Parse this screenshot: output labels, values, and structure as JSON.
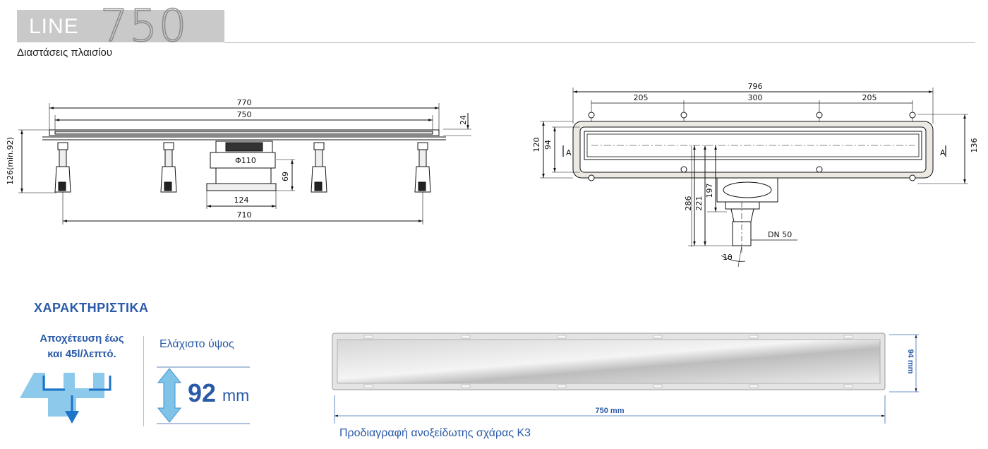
{
  "header": {
    "series": "LINE",
    "model": "750",
    "subtitle": "Διαστάσεις πλαισίου"
  },
  "side_view": {
    "dims": {
      "overall": "770",
      "frame": "750",
      "top_height": "24",
      "left_height": "126(min.92)",
      "pipe": "Φ110",
      "outlet_height": "69",
      "outlet_width": "124",
      "feet_span": "710"
    }
  },
  "top_view": {
    "dims": {
      "overall": "796",
      "seg_left": "205",
      "seg_mid": "300",
      "seg_right": "205",
      "outer_height": "120",
      "inner_height": "94",
      "right_height": "136",
      "h286": "286",
      "h221": "221",
      "h197": "197",
      "dn": "DN 50",
      "angle": "1θ",
      "section_left": "A",
      "section_right": "A"
    }
  },
  "features": {
    "title": "ΧΑΡΑΚΤΗΡΙΣΤΙΚΑ",
    "drainage_line1": "Αποχέτευση έως",
    "drainage_line2": "και 45l/λεπτό.",
    "min_height_label": "Ελάχιστο ύψος",
    "min_height_value": "92",
    "min_height_unit": "mm",
    "drainage_icon": "drain-flow-icon",
    "height_icon": "double-arrow-icon"
  },
  "grate": {
    "width_label": "750 mm",
    "height_label": "94 mm",
    "spec": "Προδιαγραφή ανοξείδωτης σχάρας K3"
  },
  "colors": {
    "accent": "#2a5aa8",
    "icon_blue": "#7fc3e8",
    "title_box": "#c9c9c9"
  }
}
